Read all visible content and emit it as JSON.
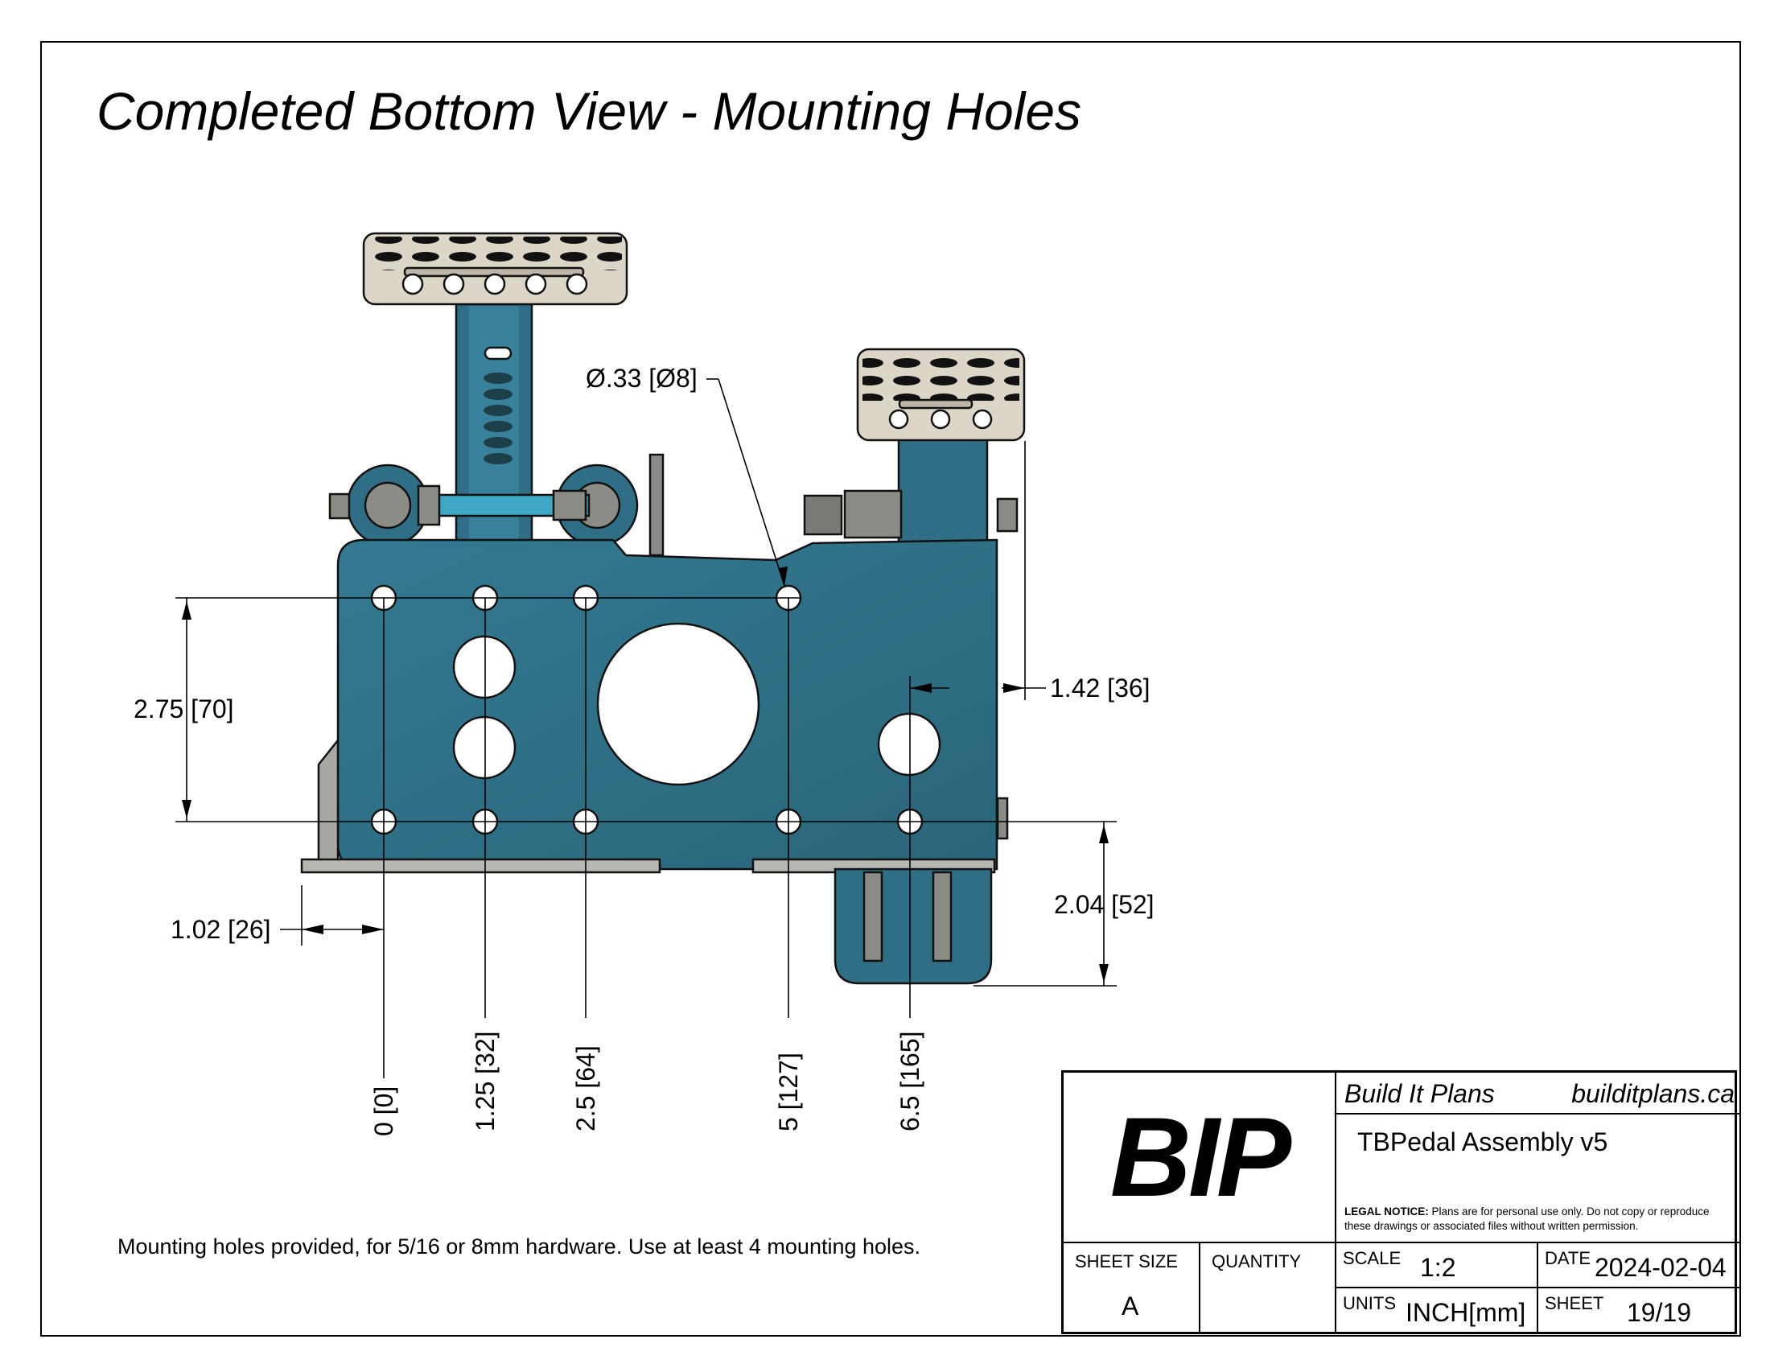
{
  "title": "Completed Bottom View - Mounting Holes",
  "dimensions": {
    "hole_diameter": "Ø.33 [Ø8]",
    "vertical_span": "2.75 [70]",
    "offset_right": "1.42 [36]",
    "offset_left": "1.02 [26]",
    "bracket_height": "2.04 [52]",
    "x_positions": [
      "0 [0]",
      "1.25 [32]",
      "2.5 [64]",
      "5 [127]",
      "6.5 [165]"
    ]
  },
  "note": "Mounting holes provided, for 5/16 or 8mm hardware.  Use at least 4 mounting holes.",
  "title_block": {
    "logo": "BIP",
    "company": "Build It Plans",
    "website": "builditplans.ca",
    "project": "TBPedal Assembly v5",
    "legal_label": "LEGAL NOTICE:",
    "legal_text": "Plans are for personal use only. Do not copy or reproduce these drawings or associated files without written permission.",
    "sheet_size_label": "SHEET SIZE",
    "sheet_size": "A",
    "quantity_label": "QUANTITY",
    "scale_label": "SCALE",
    "scale": "1:2",
    "date_label": "DATE",
    "date": "2024-02-04",
    "units_label": "UNITS",
    "units": "INCH[mm]",
    "sheet_label": "SHEET",
    "sheet": "19/19"
  },
  "colors": {
    "plate": "#2f6e84",
    "pad": "#dcd6c8",
    "hardware": "#8c8c86"
  }
}
